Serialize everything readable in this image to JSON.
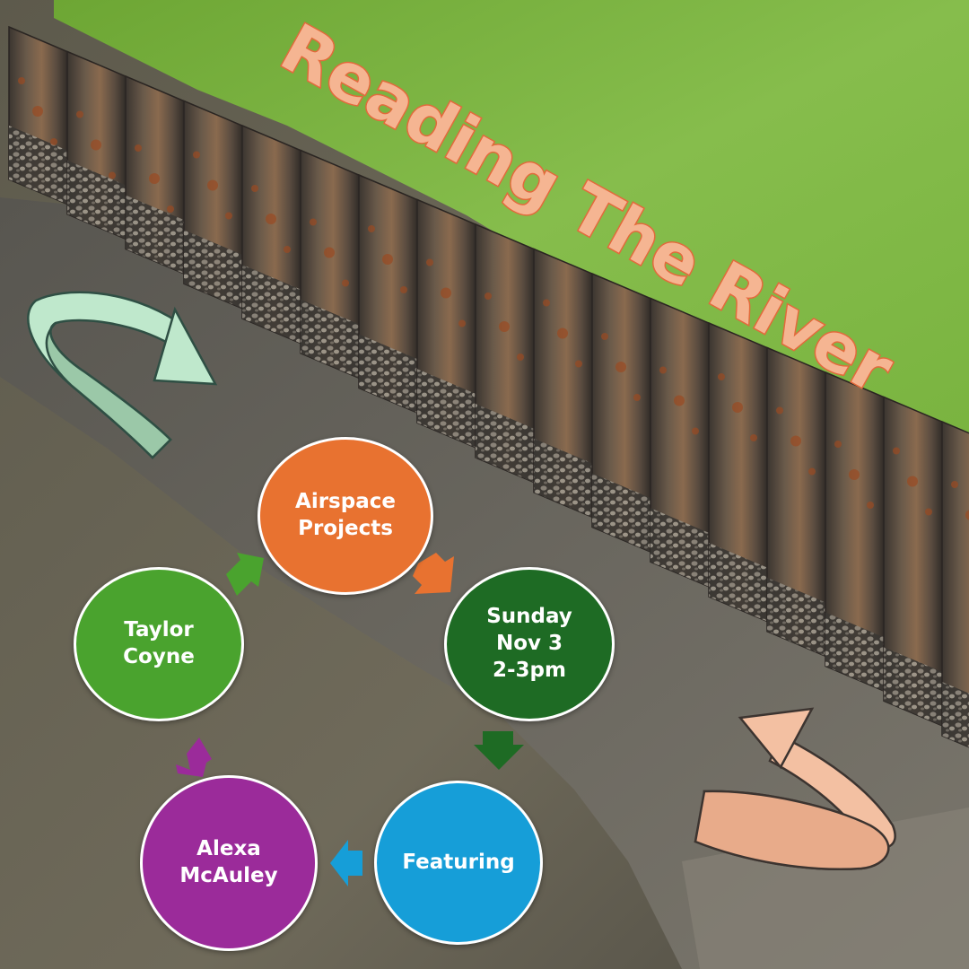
{
  "title": "Reading The River",
  "colors": {
    "title_fill": "#f5b592",
    "title_stroke": "#e26a3b",
    "grass": "#7ab63a",
    "mud": "#6e6a60",
    "water": "#6b6757",
    "orange": "#e87230",
    "dark_green": "#1e6b24",
    "blue": "#169ed8",
    "purple": "#9b2b9a",
    "green": "#4aa32e",
    "mint_arrow": "#bfe8cc",
    "peach_arrow": "#f3c0a2"
  },
  "cycle": [
    {
      "id": "airspace",
      "label": "Airspace\nProjects",
      "color": "#e87230"
    },
    {
      "id": "sunday",
      "label": "Sunday\nNov 3\n2-3pm",
      "color": "#1e6b24"
    },
    {
      "id": "featuring",
      "label": "Featuring",
      "color": "#169ed8"
    },
    {
      "id": "alexa",
      "label": "Alexa\nMcAuley",
      "color": "#9b2b9a"
    },
    {
      "id": "taylor",
      "label": "Taylor\nCoyne",
      "color": "#4aa32e"
    }
  ],
  "decor_arrows": [
    {
      "icon": "curved-arrow-icon",
      "color": "#bfe8cc"
    },
    {
      "icon": "curved-arrow-icon",
      "color": "#f3c0a2"
    }
  ]
}
